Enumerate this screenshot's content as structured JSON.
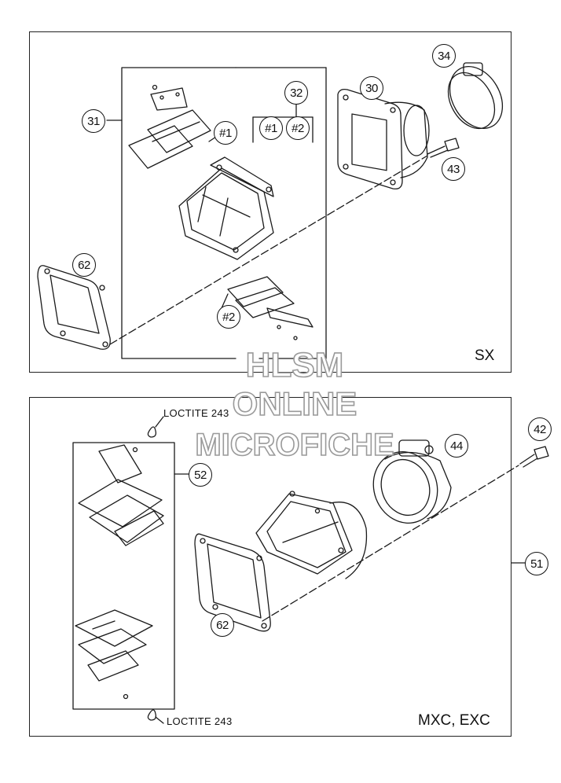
{
  "panels": {
    "top": {
      "variant_label": "SX"
    },
    "bottom": {
      "variant_label": "MXC, EXC"
    }
  },
  "callouts": {
    "p30": "30",
    "p31": "31",
    "p32": "32",
    "p34": "34",
    "p43": "43",
    "p62a": "62",
    "sub1": "#1",
    "sub2": "#2",
    "sub1b": "#1",
    "sub2b": "#2",
    "p42": "42",
    "p44": "44",
    "p51": "51",
    "p52": "52",
    "p62b": "62"
  },
  "notes": {
    "loctite_top": "LOCTITE 243",
    "loctite_bottom": "LOCTITE 243"
  },
  "watermark": {
    "line1": "HLSM",
    "line2": "ONLINE",
    "line3": "MICROFICHE"
  }
}
